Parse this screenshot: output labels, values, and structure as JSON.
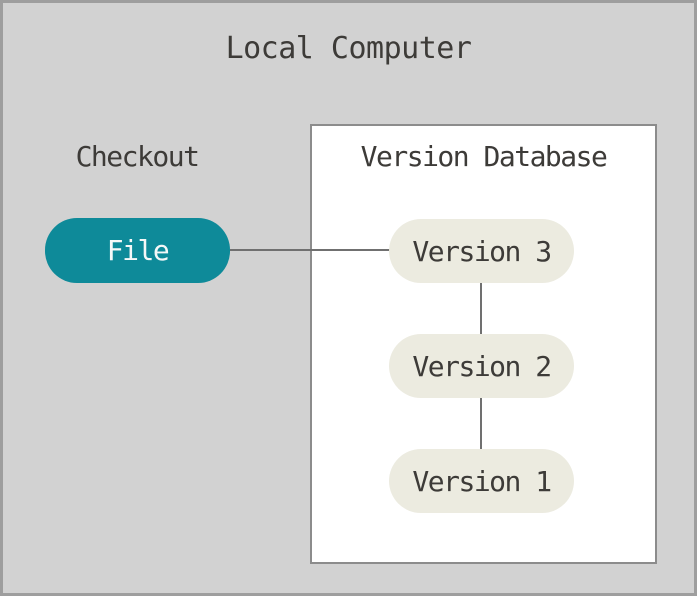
{
  "title": "Local Computer",
  "checkout": {
    "label": "Checkout"
  },
  "file": {
    "label": "File"
  },
  "version_database": {
    "label": "Version Database",
    "versions": [
      "Version 3",
      "Version 2",
      "Version 1"
    ]
  },
  "colors": {
    "background": "#d2d2d2",
    "outer-border": "#9e9e9e",
    "box-bg": "#ffffff",
    "box-border": "#8c8c8c",
    "teal": "#0e8a99",
    "teal-text": "#f4f8f8",
    "cream": "#ecebe0",
    "text": "#3d3b38",
    "line": "#707070"
  }
}
